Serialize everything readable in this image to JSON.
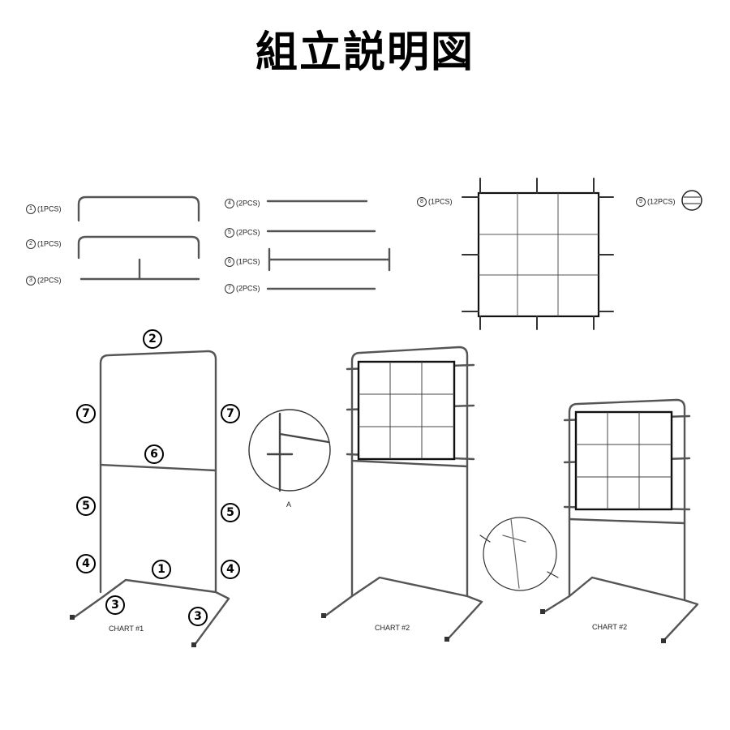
{
  "title": "組立説明図",
  "parts": [
    {
      "num": "1",
      "qty": "(1PCS)"
    },
    {
      "num": "2",
      "qty": "(1PCS)"
    },
    {
      "num": "3",
      "qty": "(2PCS)"
    },
    {
      "num": "4",
      "qty": "(2PCS)"
    },
    {
      "num": "5",
      "qty": "(2PCS)"
    },
    {
      "num": "6",
      "qty": "(1PCS)"
    },
    {
      "num": "7",
      "qty": "(2PCS)"
    },
    {
      "num": "8",
      "qty": "(1PCS)"
    },
    {
      "num": "9",
      "qty": "(12PCS)"
    }
  ],
  "callouts": {
    "c1": "1",
    "c2": "2",
    "c3": "3",
    "c4": "4",
    "c5": "5",
    "c6": "6",
    "c7": "7"
  },
  "detail_label": "A",
  "captions": {
    "chart1": "CHART #1",
    "chart2a": "CHART #2",
    "chart2b": "CHART #2"
  }
}
